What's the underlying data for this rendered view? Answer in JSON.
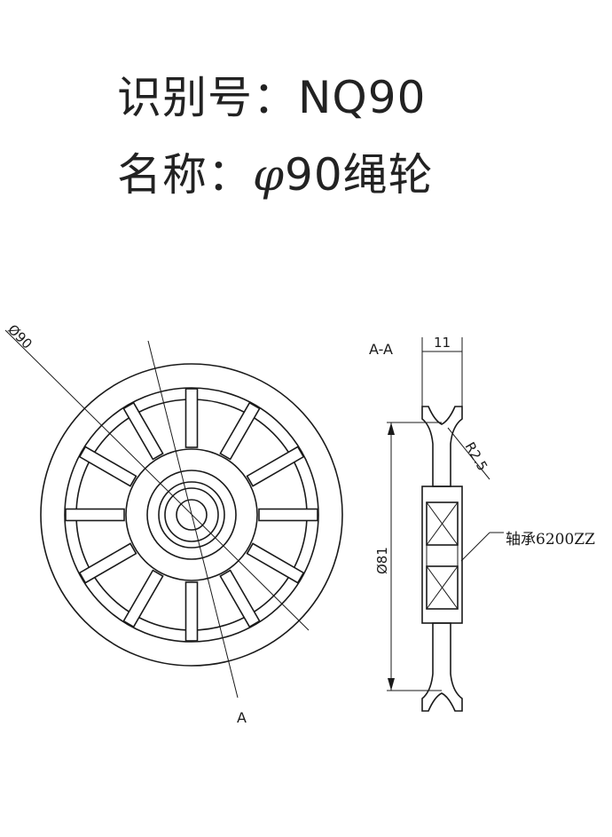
{
  "header": {
    "id_label": "识别号：",
    "id_value": "NQ90",
    "name_label": "名称：",
    "name_symbol": "φ",
    "name_value": "90绳轮"
  },
  "front_view": {
    "diameter_label": "Ø90",
    "section_mark": "A"
  },
  "section_view": {
    "title": "A-A",
    "width_label": "11",
    "radius_label": "R2.5",
    "diameter_label": "Ø81",
    "bearing_label": "轴承6200ZZ"
  }
}
